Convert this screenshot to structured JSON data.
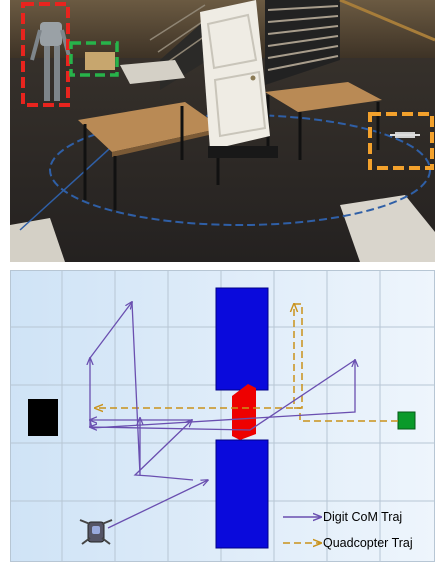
{
  "legend": {
    "digit": "Digit CoM Traj",
    "quadcopter": "Quadcopter Traj"
  },
  "colors": {
    "digit_traj": "#6a4fb0",
    "quad_traj": "#c9921a",
    "wall": "#0a0adc",
    "door": "#ee0000",
    "obstacle": "#000000",
    "goal": "#0a9a2a",
    "grid_bg": "#e3f0fb",
    "box_red": "#e8241e",
    "box_green": "#27b34a",
    "box_orange": "#f3a12c"
  },
  "icons": {
    "robot": "digit-robot-icon",
    "goal": "green-goal-marker",
    "obstacle": "black-obstacle-block"
  }
}
